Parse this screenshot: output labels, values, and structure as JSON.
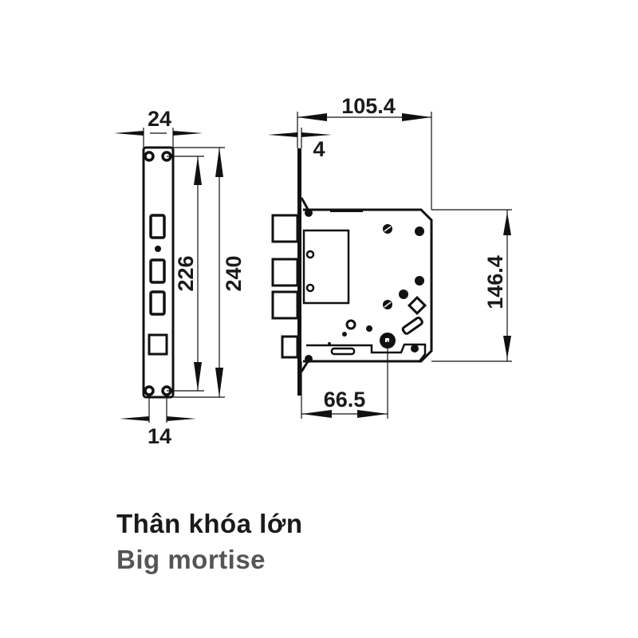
{
  "diagram": {
    "faceplate_view": {
      "width_label": "24",
      "inner_height_label": "226",
      "outer_height_label": "240",
      "hole_spacing_label": "14"
    },
    "side_view": {
      "overall_depth_label": "105.4",
      "faceplate_thickness_label": "4",
      "body_height_label": "146.4",
      "backset_label": "66.5"
    }
  },
  "caption": {
    "vietnamese": "Thân khóa lớn",
    "english": "Big mortise"
  },
  "colors": {
    "line": "#111111",
    "caption_primary": "#1a1a1a",
    "caption_secondary": "#555555"
  }
}
